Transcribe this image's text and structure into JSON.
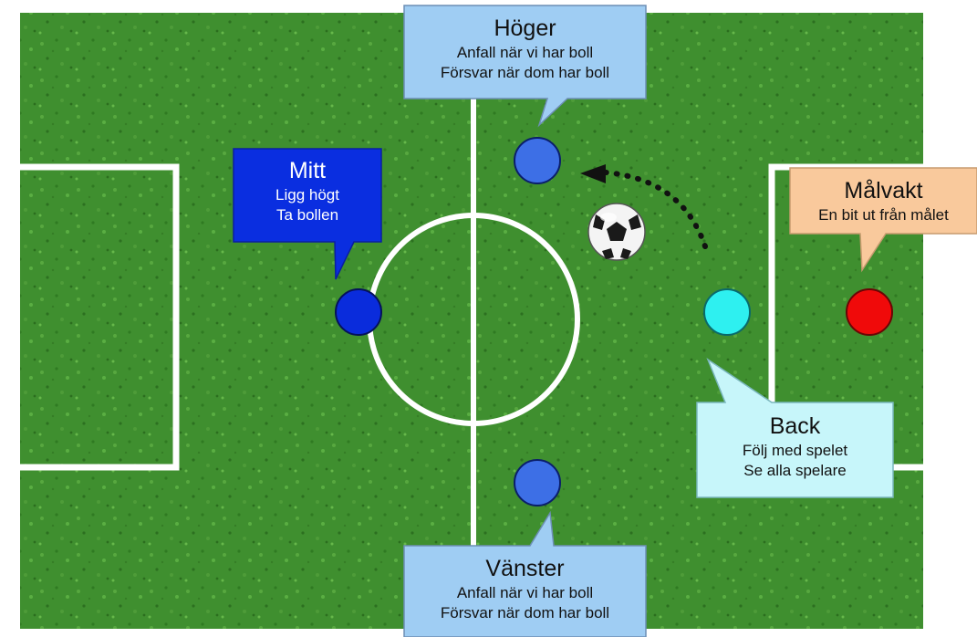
{
  "field": {
    "grass_color": "#3f8f2f",
    "grass_dark": "#2f7a22",
    "line_color": "#ffffff"
  },
  "players": [
    {
      "role": "Höger",
      "color": "#3d6fe6"
    },
    {
      "role": "Mitt",
      "color": "#0a2cdc"
    },
    {
      "role": "Vänster",
      "color": "#3d6fe6"
    },
    {
      "role": "Back",
      "color": "#2ef0f0"
    },
    {
      "role": "Målvakt",
      "color": "#f00a0a"
    }
  ],
  "callouts": {
    "hoger": {
      "title": "Höger",
      "line1": "Anfall när vi har boll",
      "line2": "Försvar när dom har boll",
      "fill": "#9fcdf3"
    },
    "mitt": {
      "title": "Mitt",
      "line1": "Ligg högt",
      "line2": "Ta bollen",
      "fill": "#0a2ee0"
    },
    "vanster": {
      "title": "Vänster",
      "line1": "Anfall när vi har boll",
      "line2": "Försvar när dom har boll",
      "fill": "#9fcdf3"
    },
    "back": {
      "title": "Back",
      "line1": "Följ med spelet",
      "line2": "Se alla spelare",
      "fill": "#c7f6fa"
    },
    "malvakt": {
      "title": "Målvakt",
      "line1": "En bit ut från målet",
      "fill": "#f9c99c"
    }
  },
  "ball": {
    "icon": "soccer-ball-icon"
  },
  "movement": {
    "icon": "dotted-arrow-icon"
  }
}
